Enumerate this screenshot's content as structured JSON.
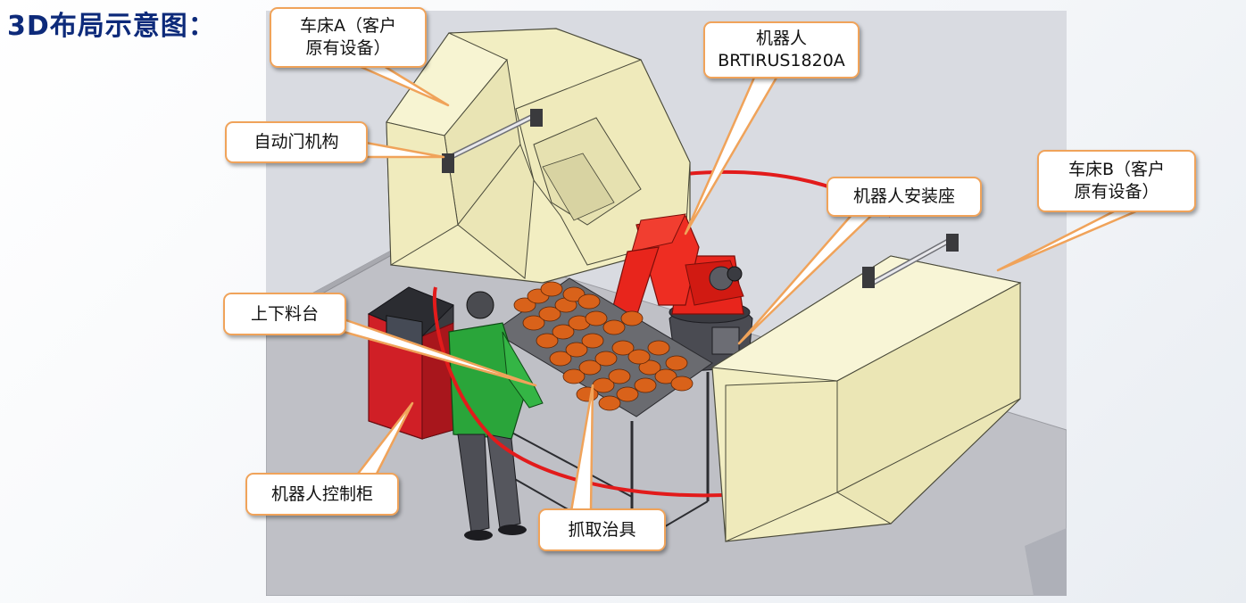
{
  "title": "3D布局示意图：",
  "labels": {
    "lathe_a": "车床A（客户\n原有设备）",
    "robot": "机器人\nBRTIRUS1820A",
    "auto_door": "自动门机构",
    "robot_mount": "机器人安装座",
    "lathe_b": "车床B（客户\n原有设备）",
    "loading_table": "上下料台",
    "robot_cabinet": "机器人控制柜",
    "gripper": "抓取治具"
  },
  "colors": {
    "title": "#0d2a7a",
    "callout_border": "#f0a35a",
    "machine_body": "#f5f1c6",
    "robot": "#e8251c",
    "cabinet": "#d01f26",
    "parts": "#d9621a",
    "operator": "#2aa53a",
    "floor": "#bdbec4",
    "background_panel": "#d9dbe1",
    "work_circle": "#e21b1b"
  }
}
